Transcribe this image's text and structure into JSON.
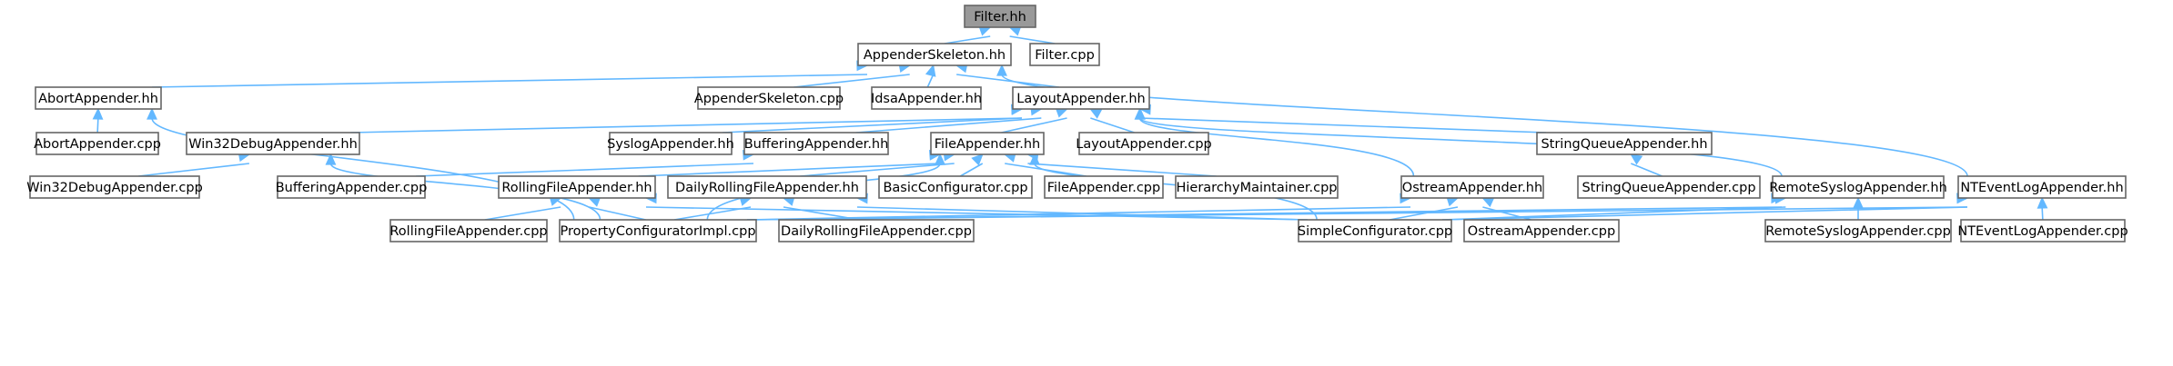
{
  "graph": {
    "edge_color": "#63b8ff",
    "node_border_color": "#666666",
    "root_fill_color": "#999999",
    "nodes": {
      "filter_hh": "Filter.hh",
      "appenderskeleton_hh": "AppenderSkeleton.hh",
      "filter_cpp": "Filter.cpp",
      "abortappender_hh": "AbortAppender.hh",
      "appenderskeleton_cpp": "AppenderSkeleton.cpp",
      "idsaappender_hh": "IdsaAppender.hh",
      "layoutappender_hh": "LayoutAppender.hh",
      "abortappender_cpp": "AbortAppender.cpp",
      "win32debugappender_hh": "Win32DebugAppender.hh",
      "syslogappender_hh": "SyslogAppender.hh",
      "bufferingappender_hh": "BufferingAppender.hh",
      "fileappender_hh": "FileAppender.hh",
      "layoutappender_cpp": "LayoutAppender.cpp",
      "stringqueueappender_hh": "StringQueueAppender.hh",
      "win32debugappender_cpp": "Win32DebugAppender.cpp",
      "bufferingappender_cpp": "BufferingAppender.cpp",
      "rollingfileappender_hh": "RollingFileAppender.hh",
      "dailyrollingfileappender_hh": "DailyRollingFileAppender.hh",
      "basicconfigurator_cpp": "BasicConfigurator.cpp",
      "fileappender_cpp": "FileAppender.cpp",
      "hierarchymaintainer_cpp": "HierarchyMaintainer.cpp",
      "ostreamappender_hh": "OstreamAppender.hh",
      "stringqueueappender_cpp": "StringQueueAppender.cpp",
      "remotesyslogappender_hh": "RemoteSyslogAppender.hh",
      "nteventlogappender_hh": "NTEventLogAppender.hh",
      "rollingfileappender_cpp": "RollingFileAppender.cpp",
      "propertyconfiguratorimpl_cpp": "PropertyConfiguratorImpl.cpp",
      "dailyrollingfileappender_cpp": "DailyRollingFileAppender.cpp",
      "simpleconfigurator_cpp": "SimpleConfigurator.cpp",
      "ostreamappender_cpp": "OstreamAppender.cpp",
      "remotesyslogappender_cpp": "RemoteSyslogAppender.cpp",
      "nteventlogappender_cpp": "NTEventLogAppender.cpp"
    },
    "edges": [
      [
        "appenderskeleton_hh",
        "filter_hh"
      ],
      [
        "filter_cpp",
        "filter_hh"
      ],
      [
        "abortappender_hh",
        "appenderskeleton_hh"
      ],
      [
        "appenderskeleton_cpp",
        "appenderskeleton_hh"
      ],
      [
        "idsaappender_hh",
        "appenderskeleton_hh"
      ],
      [
        "layoutappender_hh",
        "appenderskeleton_hh"
      ],
      [
        "nteventlogappender_hh",
        "appenderskeleton_hh"
      ],
      [
        "abortappender_cpp",
        "abortappender_hh"
      ],
      [
        "propertyconfiguratorimpl_cpp",
        "abortappender_hh"
      ],
      [
        "win32debugappender_hh",
        "layoutappender_hh"
      ],
      [
        "syslogappender_hh",
        "layoutappender_hh"
      ],
      [
        "bufferingappender_hh",
        "layoutappender_hh"
      ],
      [
        "fileappender_hh",
        "layoutappender_hh"
      ],
      [
        "layoutappender_cpp",
        "layoutappender_hh"
      ],
      [
        "stringqueueappender_hh",
        "layoutappender_hh"
      ],
      [
        "ostreamappender_hh",
        "layoutappender_hh"
      ],
      [
        "remotesyslogappender_hh",
        "layoutappender_hh"
      ],
      [
        "win32debugappender_cpp",
        "win32debugappender_hh"
      ],
      [
        "propertyconfiguratorimpl_cpp",
        "win32debugappender_hh"
      ],
      [
        "bufferingappender_cpp",
        "bufferingappender_hh"
      ],
      [
        "rollingfileappender_hh",
        "fileappender_hh"
      ],
      [
        "dailyrollingfileappender_hh",
        "fileappender_hh"
      ],
      [
        "basicconfigurator_cpp",
        "fileappender_hh"
      ],
      [
        "fileappender_cpp",
        "fileappender_hh"
      ],
      [
        "hierarchymaintainer_cpp",
        "fileappender_hh"
      ],
      [
        "propertyconfiguratorimpl_cpp",
        "fileappender_hh"
      ],
      [
        "simpleconfigurator_cpp",
        "fileappender_hh"
      ],
      [
        "stringqueueappender_cpp",
        "stringqueueappender_hh"
      ],
      [
        "rollingfileappender_cpp",
        "rollingfileappender_hh"
      ],
      [
        "propertyconfiguratorimpl_cpp",
        "rollingfileappender_hh"
      ],
      [
        "simpleconfigurator_cpp",
        "rollingfileappender_hh"
      ],
      [
        "propertyconfiguratorimpl_cpp",
        "dailyrollingfileappender_hh"
      ],
      [
        "dailyrollingfileappender_cpp",
        "dailyrollingfileappender_hh"
      ],
      [
        "simpleconfigurator_cpp",
        "dailyrollingfileappender_hh"
      ],
      [
        "propertyconfiguratorimpl_cpp",
        "ostreamappender_hh"
      ],
      [
        "simpleconfigurator_cpp",
        "ostreamappender_hh"
      ],
      [
        "ostreamappender_cpp",
        "ostreamappender_hh"
      ],
      [
        "propertyconfiguratorimpl_cpp",
        "remotesyslogappender_hh"
      ],
      [
        "simpleconfigurator_cpp",
        "remotesyslogappender_hh"
      ],
      [
        "remotesyslogappender_cpp",
        "remotesyslogappender_hh"
      ],
      [
        "propertyconfiguratorimpl_cpp",
        "nteventlogappender_hh"
      ],
      [
        "simpleconfigurator_cpp",
        "nteventlogappender_hh"
      ],
      [
        "nteventlogappender_cpp",
        "nteventlogappender_hh"
      ]
    ]
  }
}
